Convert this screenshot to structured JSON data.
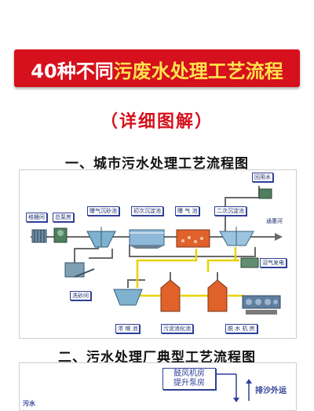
{
  "header": {
    "title_part1": "40种不同",
    "title_part2": "污废水处理工艺流程",
    "subtitle": "（详细图解）"
  },
  "section1": {
    "title": "一、城市污水处理工艺流程图",
    "labels": {
      "reuse_water": "回用水",
      "grit_chamber_aerated": "曝气沉砂池",
      "primary_settling": "初次沉淀池",
      "aeration_tank": "曝 气 池",
      "secondary_settling": "二次沉淀池",
      "screen_room": "格栅间",
      "pump_room": "总泵房",
      "river": "通惠河",
      "biogas_power": "沼气发电",
      "sand_washing": "洗砂间",
      "thickener": "浓 缩 池",
      "digester": "污泥消化池",
      "dewatering": "脱 水 机 房"
    }
  },
  "section2": {
    "title": "二、污水处理厂典型工艺流程图",
    "labels": {
      "blower_pump": "鼓风机房\n提升泵房",
      "sand_out": "排沙外运",
      "left_partial": "污水"
    }
  },
  "colors": {
    "banner": "#d6101c",
    "highlight": "#ffe34d",
    "label_border": "#2f3f96",
    "pipe_water": "#6a6a6a",
    "pipe_sludge": "#e8d200",
    "sludge_fill": "#e0622a"
  }
}
